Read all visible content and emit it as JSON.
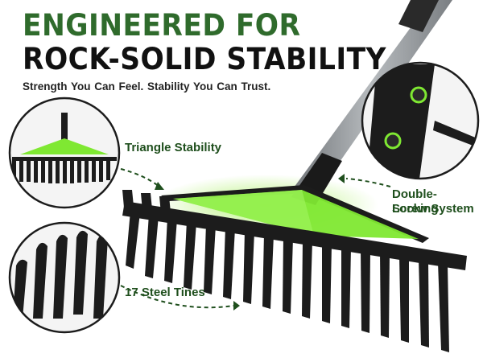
{
  "headline": {
    "line1": "ENGINEERED FOR",
    "line2": "ROCK-SOLID STABILITY"
  },
  "tagline": "Strength You Can Feel.   Stability You Can Trust.",
  "callouts": {
    "triangle": "Triangle Stability",
    "screw_line1": "Double-Locking",
    "screw_line2": "Screw System",
    "tines": "17 Steel Tines"
  },
  "colors": {
    "headline_green": "#2f6b2c",
    "accent_green": "#7fe832",
    "metal": "#1c1c1c",
    "handle": "#8f9396"
  }
}
